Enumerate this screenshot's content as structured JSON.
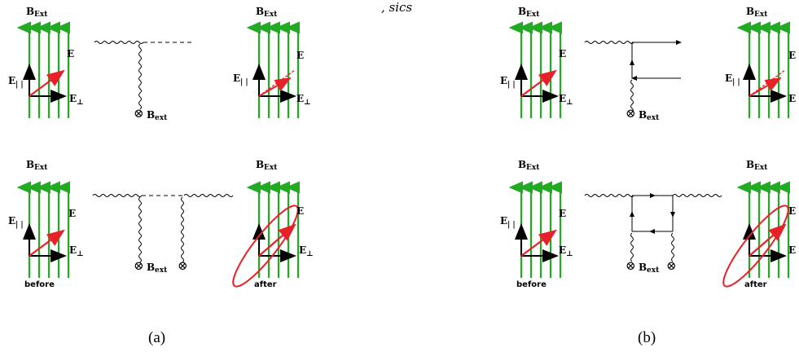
{
  "header_fragment": ", sics",
  "labels": {
    "b_ext": "B",
    "b_ext_sub": "Ext",
    "e_parallel": "E",
    "e_parallel_sub": "| |",
    "e_perp": "E",
    "e_perp_sub": "⊥",
    "e_vec": "E",
    "b_ext_lower": "B",
    "b_ext_lower_sub": "ext",
    "otimes": "⊗",
    "before": "before",
    "after": "after"
  },
  "captions": {
    "a": "(a)",
    "b": "(b)"
  },
  "colors": {
    "field_lines": "#22aa22",
    "polarization_vector": "#e8202a",
    "axes": "#000000"
  }
}
